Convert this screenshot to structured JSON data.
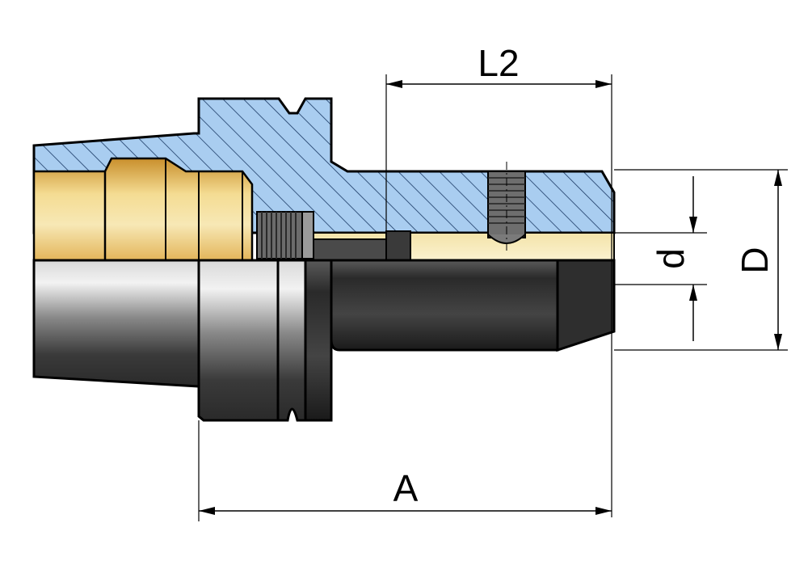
{
  "dimensions": {
    "L2": "L2",
    "A": "A",
    "d": "d",
    "D": "D"
  },
  "colors": {
    "section_fill": "#a9cdf0",
    "hatch": "#1c3b66",
    "brass": "#e9c46a",
    "brass_light": "#f6e7b0",
    "steel_dark": "#2b2b2b",
    "steel_light": "#e4e4e4",
    "outline": "#000000"
  }
}
